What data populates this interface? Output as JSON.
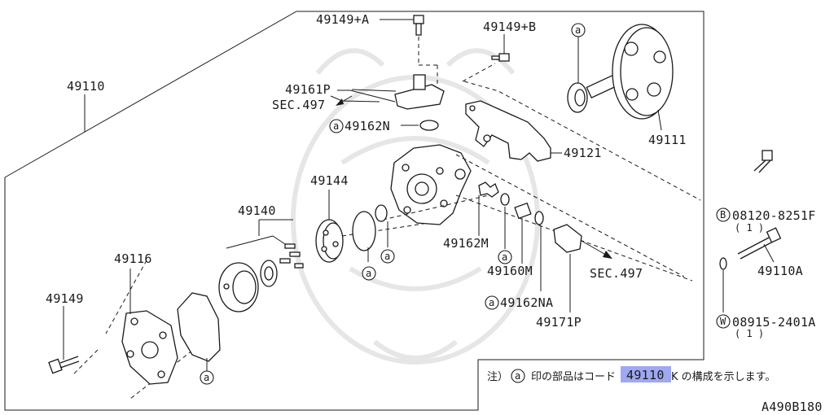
{
  "labels": {
    "assembly": "49110",
    "screw_a": "49149+A",
    "screw_b": "49149+B",
    "ref_a": "a",
    "pipe": "49161P",
    "sec_upper": "SEC.497",
    "oring_n": "49162N",
    "pulley": "49111",
    "bracket": "49121",
    "seal": "49144",
    "rotor_kit": "49140",
    "spring": "49162M",
    "valve": "49160M",
    "sec_lower": "SEC.497",
    "oring_na": "49162NA",
    "connector": "49171P",
    "cover": "49116",
    "bolt": "49149",
    "bolt_b": "08120-8251F",
    "bolt_b_qty": "( 1 )",
    "bolt_b_mark": "B",
    "long_bolt": "49110A",
    "washer": "08915-2401A",
    "washer_qty": "( 1 )",
    "washer_mark": "W"
  },
  "note": {
    "prefix": "注）",
    "circle": "a",
    "before": "印の部品はコード",
    "code": "49110",
    "after": "K の構成を示します。"
  },
  "diagram_code": "A490B180",
  "colors": {
    "line": "#1a1a1a",
    "highlight": "#9fa8f0",
    "watermark": "#e6e6e6"
  }
}
